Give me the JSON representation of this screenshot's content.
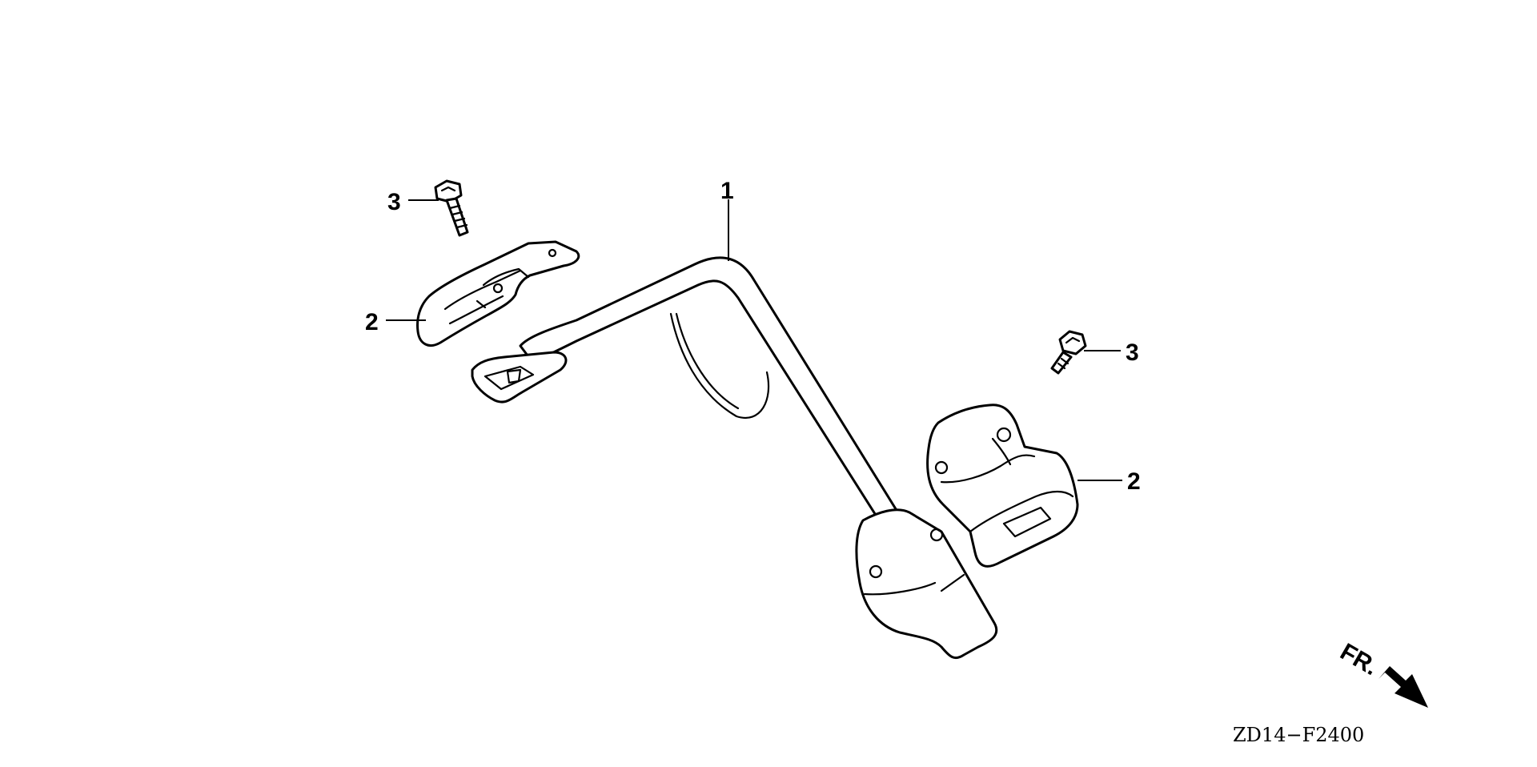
{
  "callouts": {
    "handle": "1",
    "bracket_left": "2",
    "bracket_right": "2",
    "bolt_left": "3",
    "bolt_right": "3"
  },
  "front_indicator": "FR.",
  "figure_code": "ZD14−F2400",
  "colors": {
    "ink": "#000000",
    "background": "#ffffff"
  },
  "icons": {
    "front_arrow": "arrow-down-right-icon"
  }
}
